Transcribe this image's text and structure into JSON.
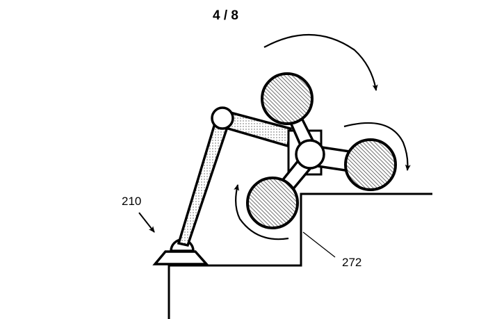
{
  "sheet_label": "4 / 8",
  "reference_numerals": {
    "robot": "210",
    "step": "272"
  },
  "colors": {
    "ink": "#000000",
    "background": "#ffffff"
  }
}
